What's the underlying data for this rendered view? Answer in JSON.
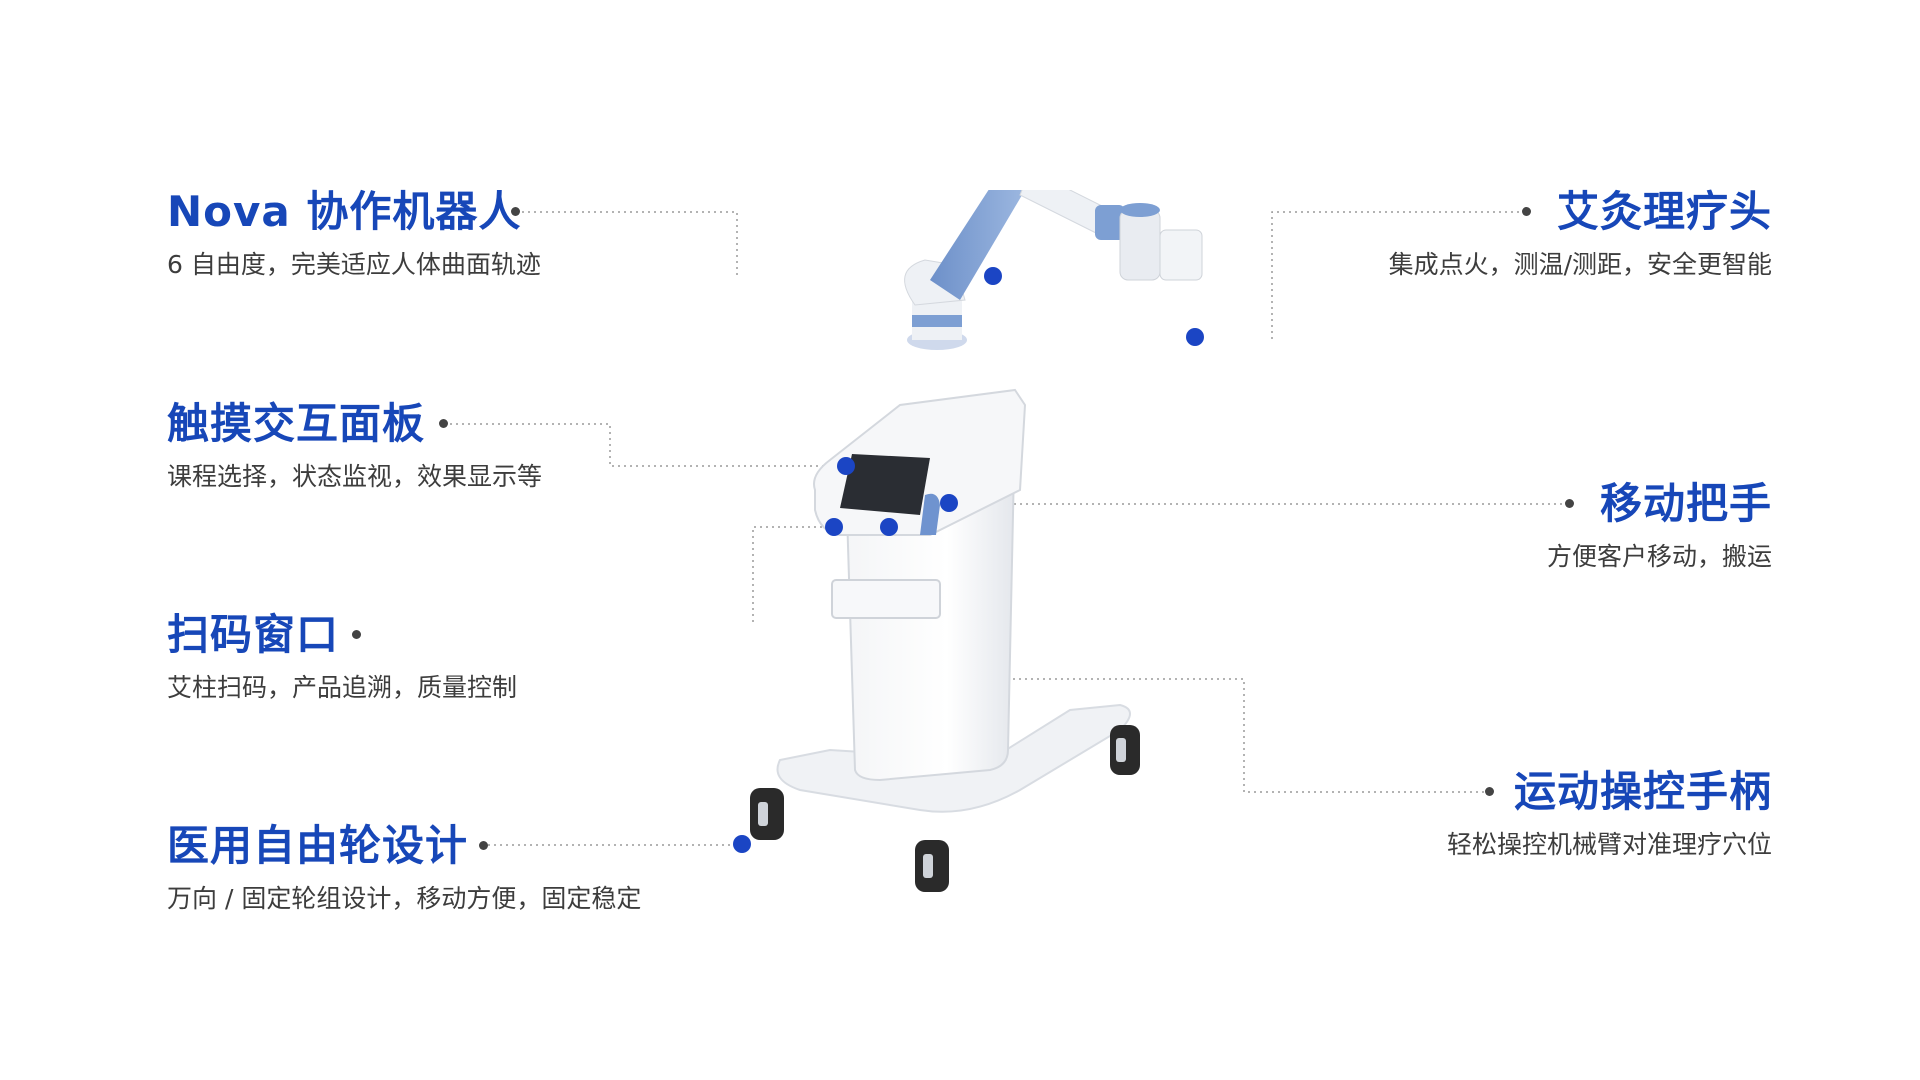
{
  "features": {
    "nova": {
      "title": "Nova 协作机器人",
      "desc": "6 自由度，完美适应人体曲面轨迹"
    },
    "touch_panel": {
      "title": "触摸交互面板",
      "desc": "课程选择，状态监视，效果显示等"
    },
    "scan_window": {
      "title": "扫码窗口",
      "desc": "艾柱扫码，产品追溯，质量控制"
    },
    "casters": {
      "title": "医用自由轮设计",
      "desc": "万向 / 固定轮组设计，移动方便，固定稳定"
    },
    "moxa_head": {
      "title": "艾灸理疗头",
      "desc": "集成点火，测温/测距，安全更智能"
    },
    "handle": {
      "title": "移动把手",
      "desc": "方便客户移动，搬运"
    },
    "joystick": {
      "title": "运动操控手柄",
      "desc": "轻松操控机械臂对准理疗穴位"
    }
  },
  "colors": {
    "title_blue": "#1747b8",
    "marker_blue": "#1b45c4",
    "arm_blue": "#7d9fd3",
    "desc_gray": "#3d3d3d"
  }
}
